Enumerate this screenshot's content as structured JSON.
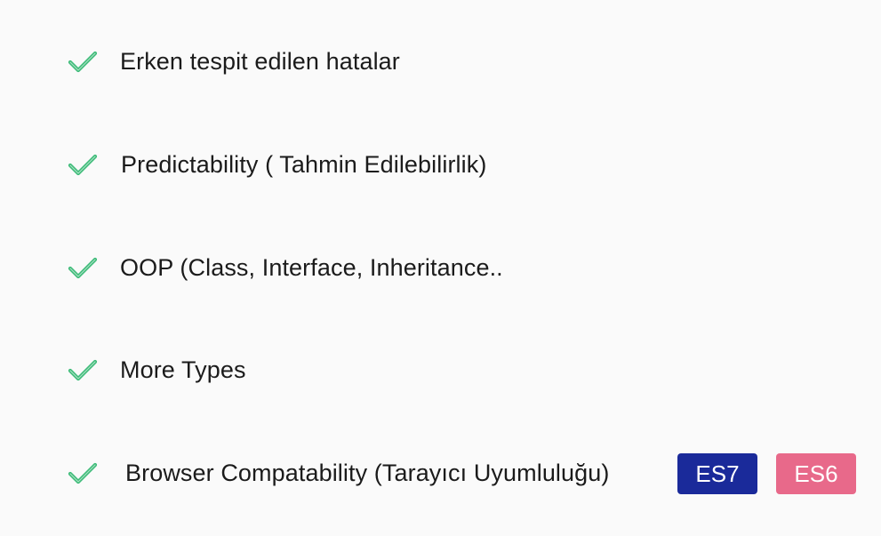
{
  "items": [
    {
      "label": "Erken tespit edilen hatalar",
      "icon": "check-icon"
    },
    {
      "label": "Predictability ( Tahmin Edilebilirlik)",
      "icon": "check-icon"
    },
    {
      "label": "OOP (Class, Interface, Inheritance..",
      "icon": "check-icon"
    },
    {
      "label": "More Types",
      "icon": "check-icon"
    },
    {
      "label": "Browser Compatability (Tarayıcı Uyumluluğu)",
      "icon": "check-icon"
    }
  ],
  "badges": [
    {
      "label": "ES7",
      "color": "#1a2a9a"
    },
    {
      "label": "ES6",
      "color": "#e8698a"
    }
  ],
  "colors": {
    "check": "#3dbb78",
    "background": "#fafafa",
    "text": "#1b1b1b"
  }
}
